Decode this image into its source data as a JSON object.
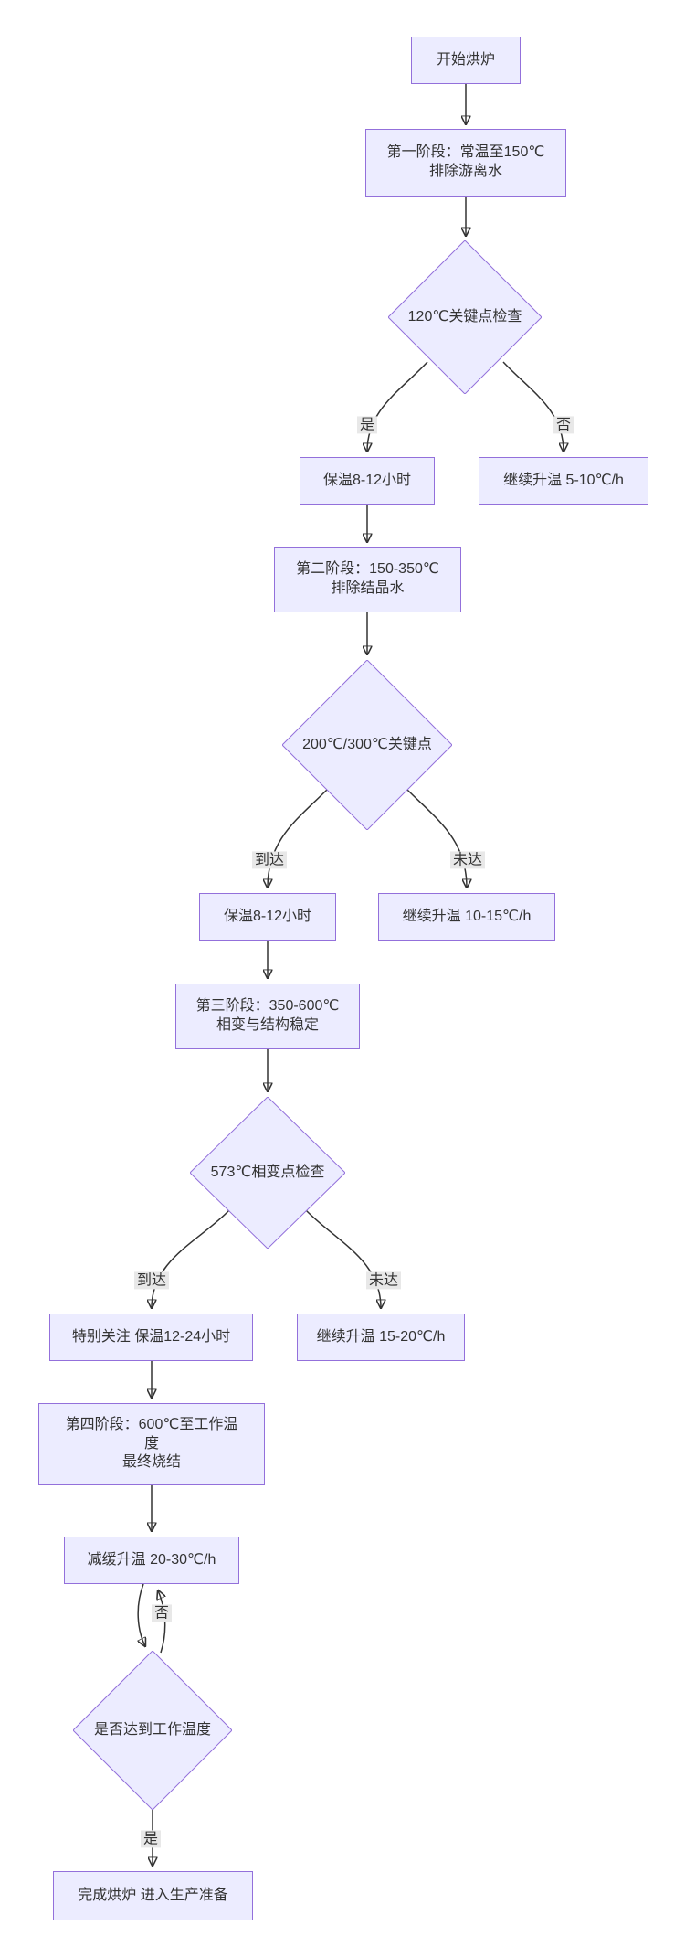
{
  "flowchart": {
    "nodes": {
      "start": "开始烘炉",
      "stage1": "第一阶段：常温至150℃\n排除游离水",
      "check_120": "120℃关键点检查",
      "hold_1": "保温8-12小时",
      "continue_1": "继续升温 5-10℃/h",
      "stage2": "第二阶段：150-350℃\n排除结晶水",
      "check_200_300": "200℃/300℃关键点",
      "hold_2": "保温8-12小时",
      "continue_2": "继续升温 10-15℃/h",
      "stage3": "第三阶段：350-600℃\n相变与结构稳定",
      "check_573": "573℃相变点检查",
      "hold_3": "特别关注 保温12-24小时",
      "continue_3": "继续升温 15-20℃/h",
      "stage4": "第四阶段：600℃至工作温\n度\n最终烧结",
      "slow_heat": "减缓升温 20-30℃/h",
      "check_work_temp": "是否达到工作温度",
      "finish": "完成烘炉 进入生产准备"
    },
    "edge_labels": {
      "d1_yes": "是",
      "d1_no": "否",
      "d2_yes": "到达",
      "d2_no": "未达",
      "d3_yes": "到达",
      "d3_no": "未达",
      "d4_no": "否",
      "d4_yes": "是"
    },
    "colors": {
      "node_fill": "#ECECFF",
      "node_border": "#9370DB",
      "edge": "#333333",
      "edge_label_bg": "#e8e8e8",
      "text": "#333333"
    }
  }
}
